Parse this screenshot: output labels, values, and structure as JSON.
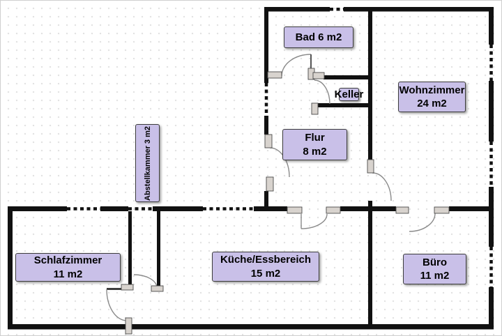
{
  "rooms": {
    "bad": {
      "label": "Bad 6 m2"
    },
    "keller": {
      "label": "Keller"
    },
    "wohnzimmer": {
      "name": "Wohnzimmer",
      "area": "24 m2"
    },
    "flur": {
      "name": "Flur",
      "area": "8 m2"
    },
    "abstellkammer": {
      "label": "Abstellkammer 3 m2"
    },
    "schlafzimmer": {
      "name": "Schlafzimmer",
      "area": "11 m2"
    },
    "kueche": {
      "name": "Küche/Essbereich",
      "area": "15 m2"
    },
    "buero": {
      "name": "Büro",
      "area": "11 m2"
    }
  },
  "colors": {
    "wall": "#111111",
    "label_fill": "#c9c0e8",
    "label_border": "#3c3c3c",
    "threshold_fill": "#d8d3ce",
    "grid_dot": "#e2e2e2",
    "swing": "#8a8a8a"
  }
}
